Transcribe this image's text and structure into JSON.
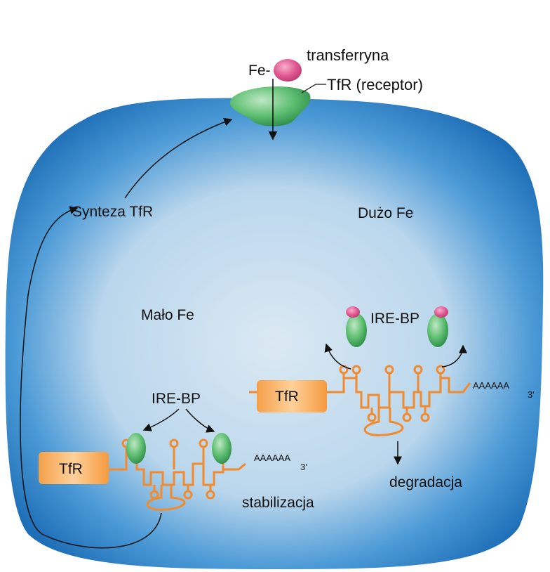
{
  "labels": {
    "fe": "Fe-",
    "transferrin": "transferryna",
    "tfr_receptor": "TfR (receptor)",
    "synthesis": "Synteza TfR",
    "high_fe": "Dużo Fe",
    "low_fe": "Mało Fe",
    "irebp_left": "IRE-BP",
    "irebp_right": "IRE-BP",
    "tfr_gene_left": "TfR",
    "tfr_gene_right": "TfR",
    "polyA_left": "AAAAAA",
    "polyA_right": "AAAAAA",
    "three_prime_left": "3'",
    "three_prime_right": "3'",
    "stabilization": "stabilizacja",
    "degradation": "degradacja"
  },
  "colors": {
    "cell_outer": "#1f6fb8",
    "cell_inner": "#cfe2f0",
    "mrna": "#f28a2e",
    "protein_green": "#3aa85a",
    "transferrin_pink": "#d94f86"
  }
}
